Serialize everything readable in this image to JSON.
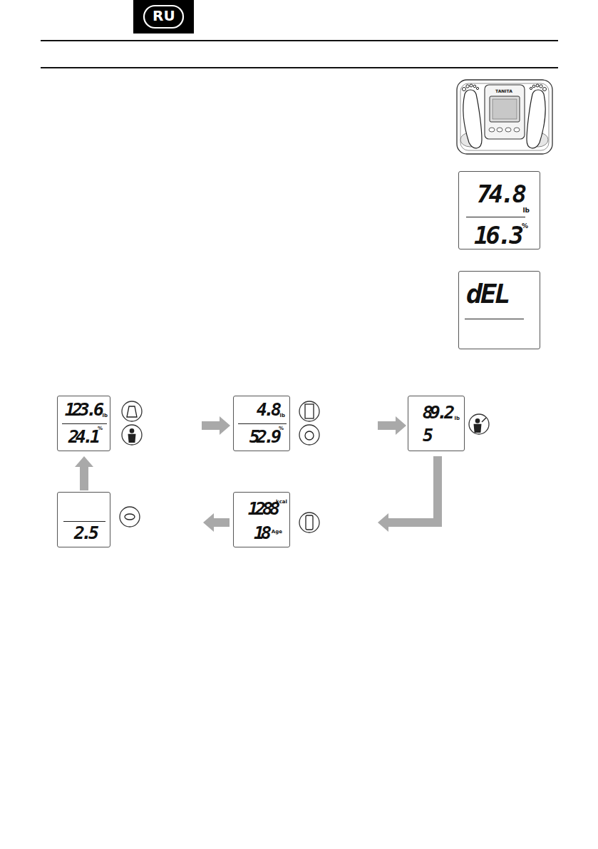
{
  "diagram": {
    "nodes": [
      {
        "text": [
          "RU"
        ]
      },
      {
        "text": [
          "74.8",
          "lb",
          "16.3",
          "%"
        ]
      },
      {
        "text": [
          "dEL"
        ]
      },
      {
        "text": [
          "123.6",
          "lb",
          "24.1",
          "%"
        ]
      },
      {
        "text": [
          "4.8",
          "lb",
          "52.9",
          "%"
        ]
      },
      {
        "text": [
          "89.2",
          "lb",
          "5"
        ]
      },
      {
        "text": [
          "1288",
          "kcal",
          "18",
          "Age"
        ]
      },
      {
        "text": [
          "2.5"
        ]
      }
    ],
    "edges": [
      {
        "from": 3,
        "to": 4,
        "arrow": "to"
      },
      {
        "from": 4,
        "to": 5,
        "arrow": "to"
      },
      {
        "from": 5,
        "to": 6,
        "arrow": "to"
      },
      {
        "from": 6,
        "to": 7,
        "arrow": "to"
      },
      {
        "from": 7,
        "to": 3,
        "arrow": "to"
      }
    ],
    "labels": [
      "TANITA"
    ]
  }
}
